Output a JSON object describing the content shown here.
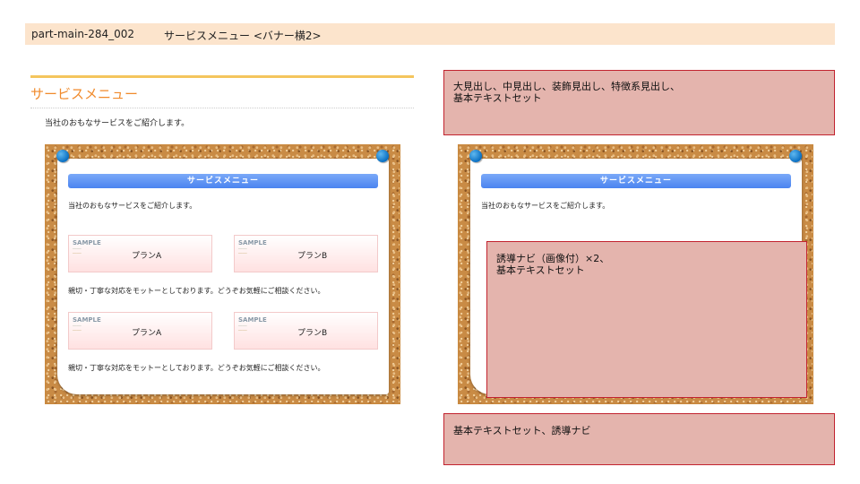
{
  "header": {
    "code": "part-main-284_002",
    "title": "サービスメニュー <バナー横2>"
  },
  "left": {
    "heading": "サービスメニュー",
    "intro": "当社のおもなサービスをご紹介します。",
    "card": {
      "bar_title": "サービスメニュー",
      "intro": "当社のおもなサービスをご紹介します。",
      "row1": [
        {
          "thumb": "SAMPLE",
          "label": "プランA"
        },
        {
          "thumb": "SAMPLE",
          "label": "プランB"
        }
      ],
      "text1": "親切・丁寧な対応をモットーとしております。どうぞお気軽にご相談ください。",
      "row2": [
        {
          "thumb": "SAMPLE",
          "label": "プランA"
        },
        {
          "thumb": "SAMPLE",
          "label": "プランB"
        }
      ],
      "text2": "親切・丁寧な対応をモットーとしております。どうぞお気軽にご相談ください。"
    }
  },
  "right": {
    "note_top": [
      "大見出し、中見出し、装飾見出し、特徴系見出し、",
      "基本テキストセット"
    ],
    "card": {
      "bar_title": "サービスメニュー",
      "intro": "当社のおもなサービスをご紹介します。",
      "note": [
        "誘導ナビ（画像付）×2、",
        "基本テキストセット"
      ]
    },
    "note_bottom": "基本テキストセット、誘導ナビ"
  },
  "colors": {
    "header_bg": "#fce4cc",
    "heading_text": "#f08a2b",
    "accent_line": "#f4c55d",
    "blue_bar": "#4a84f0",
    "note_bg": "#e4b4ad",
    "note_border": "#c2232f",
    "pin": "#0a6fc2"
  },
  "icons": [
    "pushpin-icon"
  ]
}
